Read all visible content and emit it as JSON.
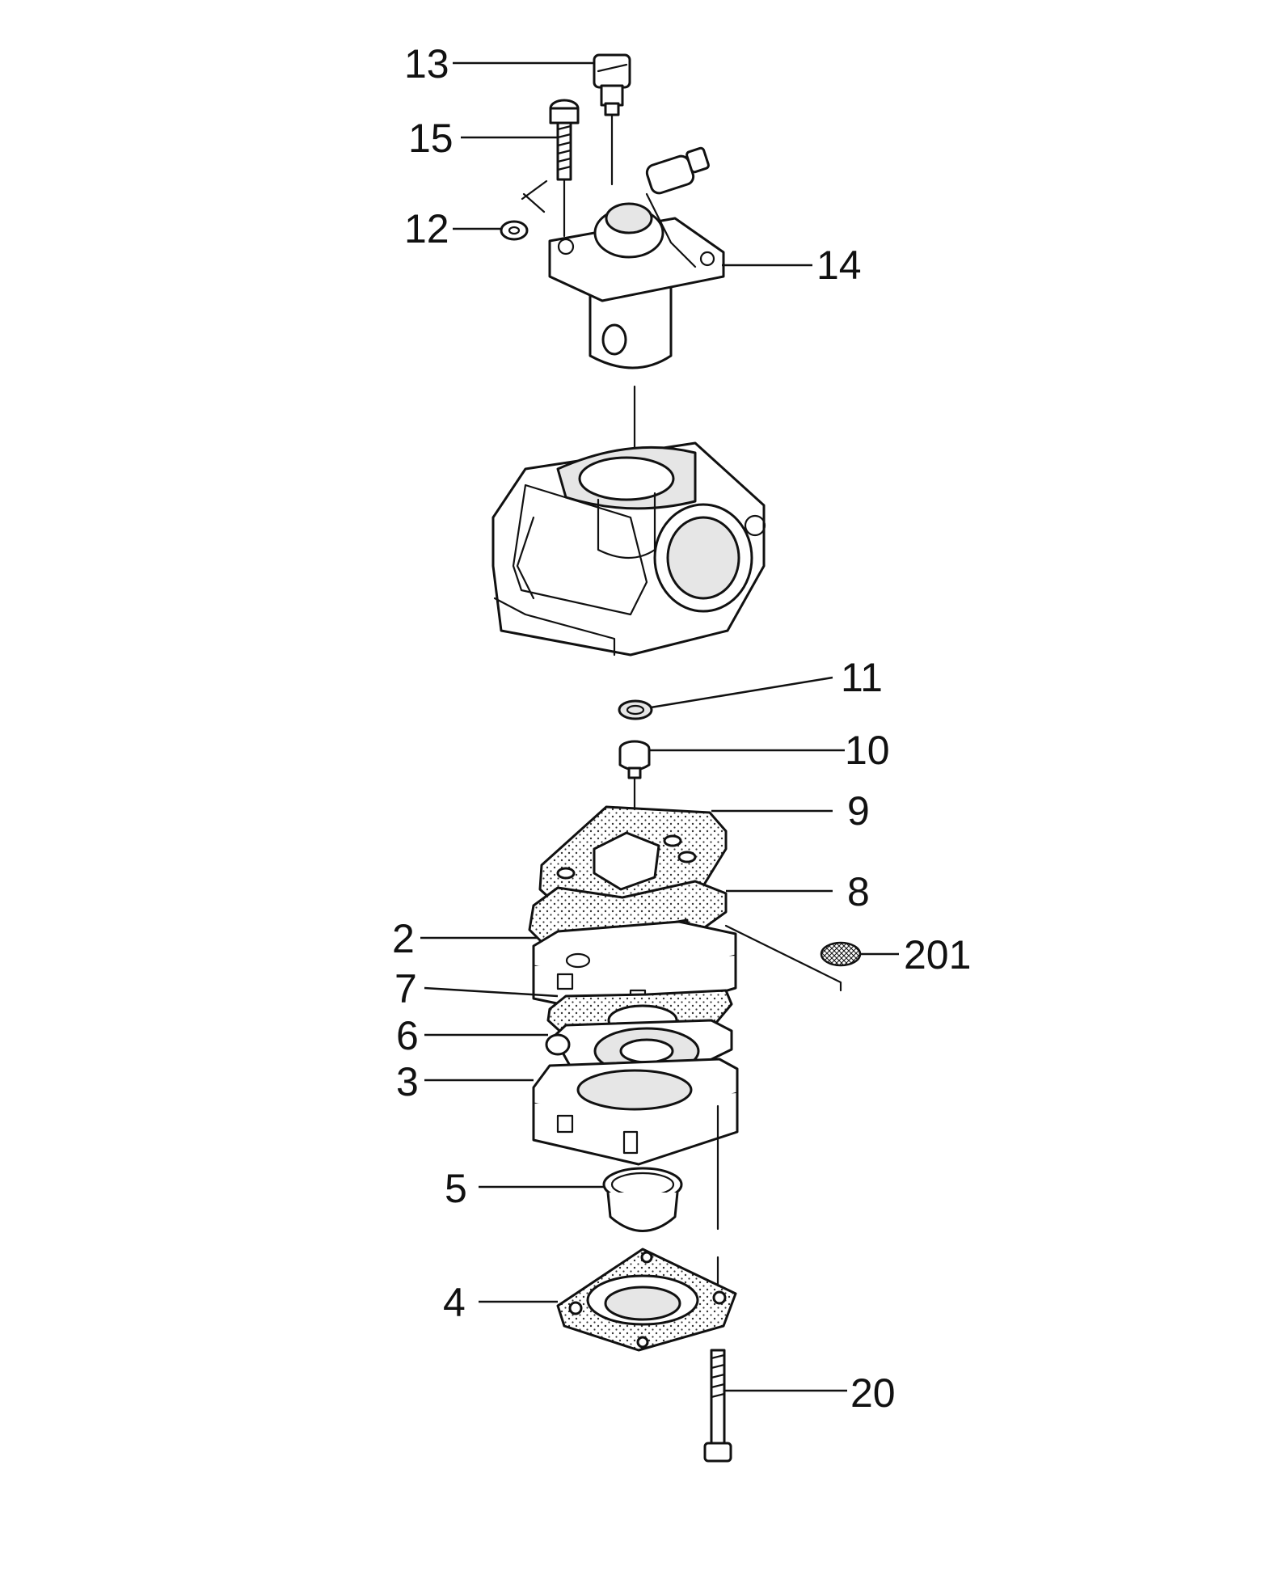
{
  "callouts": [
    {
      "id": "c13",
      "label": "13"
    },
    {
      "id": "c15",
      "label": "15"
    },
    {
      "id": "c12",
      "label": "12"
    },
    {
      "id": "c14",
      "label": "14"
    },
    {
      "id": "c11",
      "label": "11"
    },
    {
      "id": "c10",
      "label": "10"
    },
    {
      "id": "c9",
      "label": "9"
    },
    {
      "id": "c8",
      "label": "8"
    },
    {
      "id": "c2",
      "label": "2"
    },
    {
      "id": "c201",
      "label": "201"
    },
    {
      "id": "c7",
      "label": "7"
    },
    {
      "id": "c6",
      "label": "6"
    },
    {
      "id": "c3",
      "label": "3"
    },
    {
      "id": "c5",
      "label": "5"
    },
    {
      "id": "c4",
      "label": "4"
    },
    {
      "id": "c20",
      "label": "20"
    }
  ],
  "colors": {
    "line": "#111111",
    "background": "#ffffff",
    "fill": "#e6e6e6"
  }
}
